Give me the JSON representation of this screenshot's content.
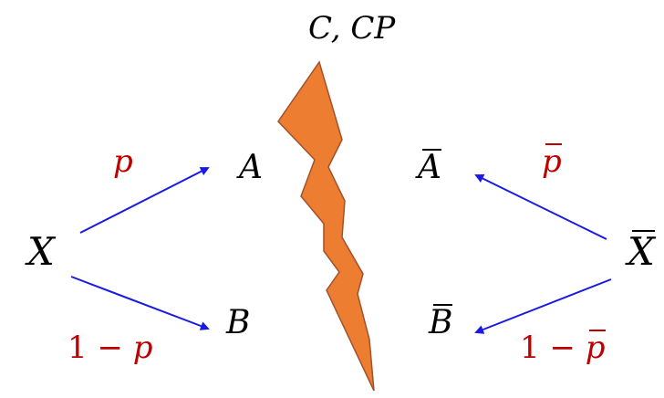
{
  "title": "C, CP",
  "left": {
    "source": "X",
    "top_target": "A",
    "bottom_target": "B",
    "top_prob": "p",
    "bottom_prob_prefix": "1 − ",
    "bottom_prob_var": "p"
  },
  "right": {
    "source": "X",
    "top_target": "A",
    "bottom_target": "B",
    "top_prob": "p",
    "bottom_prob_prefix": "1 − ",
    "bottom_prob_var": "p"
  },
  "colors": {
    "arrow": "#1a1ae6",
    "probability": "#c00000",
    "bolt_fill": "#ed7d31",
    "bolt_stroke": "#a0522d"
  }
}
